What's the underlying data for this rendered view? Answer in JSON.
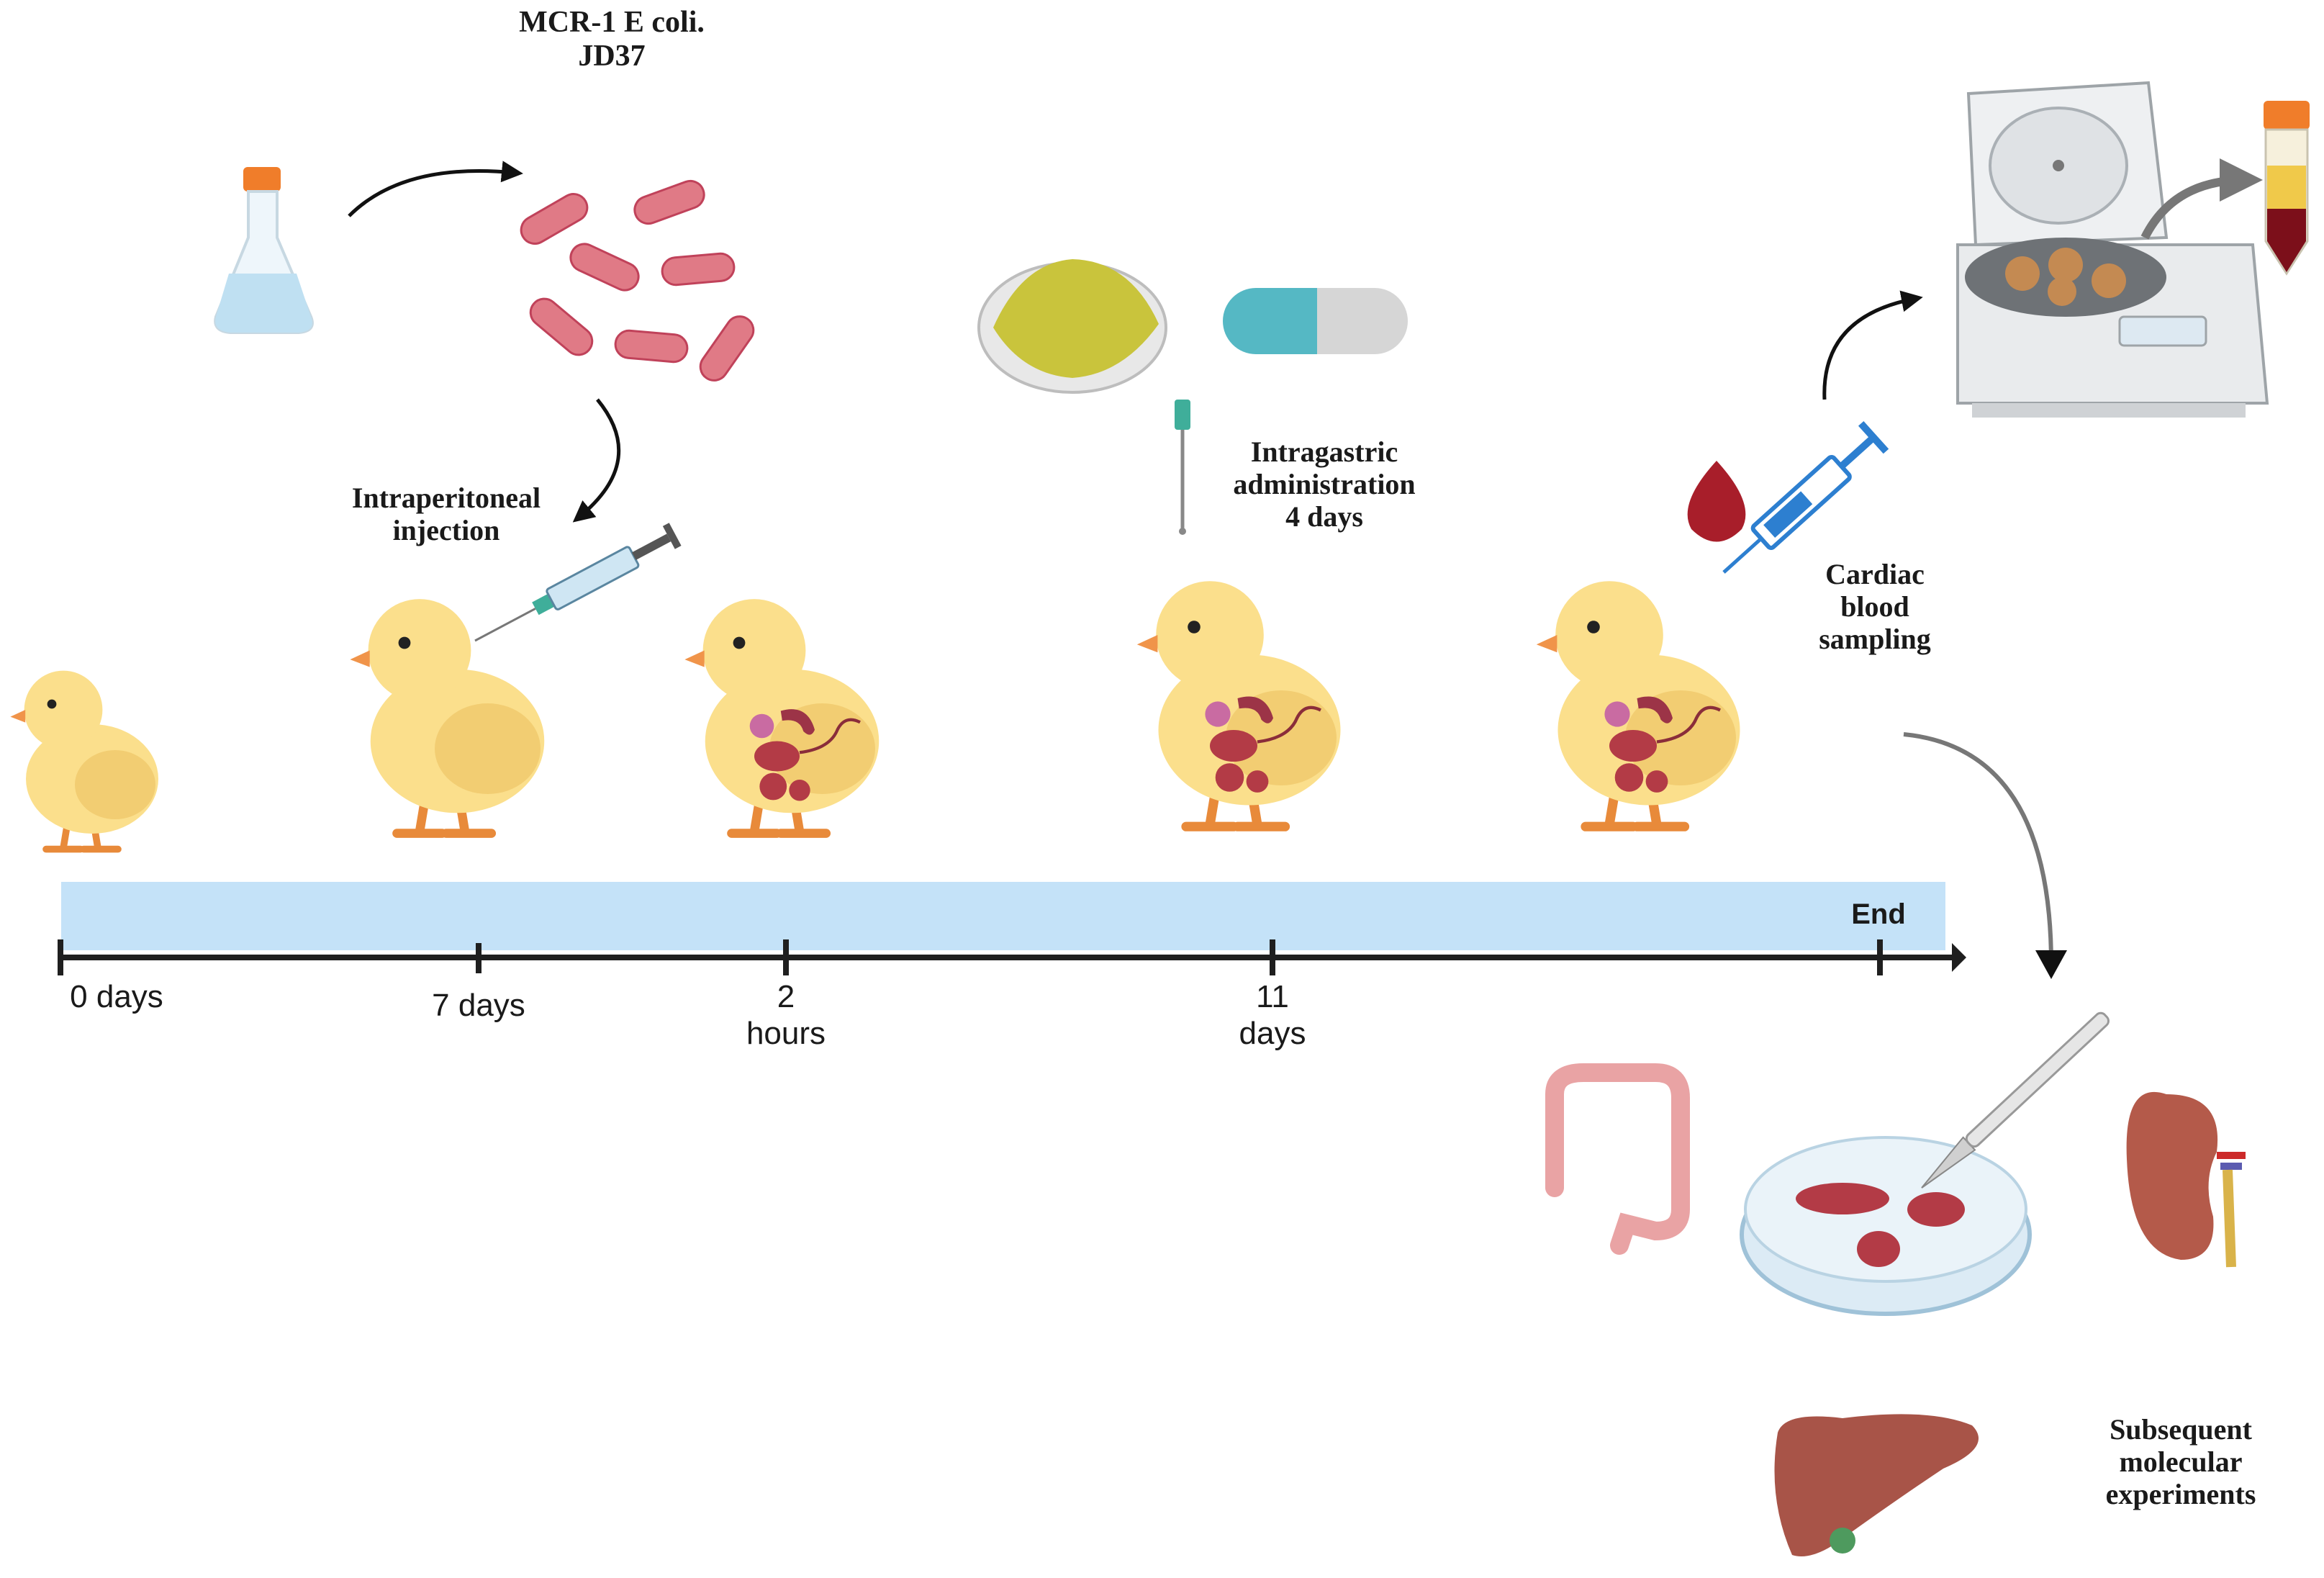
{
  "title": "MCR-1 E coli.\nJD37",
  "steps": {
    "intraperitoneal": "Intraperitoneal\ninjection",
    "intragastric": "Intragastric\nadministration\n4 days",
    "cardiac": "Cardiac\nblood\nsampling",
    "subsequent": "Subsequent\nmolecular\nexperiments"
  },
  "timeline": {
    "ticks": [
      "0 days",
      "7 days",
      "2\nhours",
      "11\ndays"
    ],
    "end_label": "End"
  },
  "colors": {
    "timeline_band": "#c4e2f8",
    "axis": "#1f1f1f",
    "chick_body": "#fbdf8c",
    "chick_shade": "#eec36a",
    "chick_beak": "#f0944a",
    "bacteria": "#e07a86",
    "bacteria_spikes": "#c0425a",
    "flask_liquid": "#bfe0f2",
    "flask_cap": "#f07d2a",
    "powder": "#c9c43c",
    "capsule_left": "#55b8c4",
    "capsule_right": "#d6d6d6",
    "blood": "#a81e2a",
    "syringe_blue": "#2d7fd0",
    "organ_red": "#b33b46",
    "liver": "#a85448",
    "kidney": "#b45a4a",
    "intestine": "#e9a3a4"
  },
  "icons": [
    "flask-icon",
    "bacteria-icon",
    "syringe-icon",
    "powder-dish-icon",
    "capsule-icon",
    "gavage-needle-icon",
    "blood-drop-icon",
    "centrifuge-icon",
    "sample-tube-icon",
    "intestine-icon",
    "petri-dish-icon",
    "scalpel-icon",
    "kidney-icon",
    "liver-icon",
    "chick-icon"
  ]
}
